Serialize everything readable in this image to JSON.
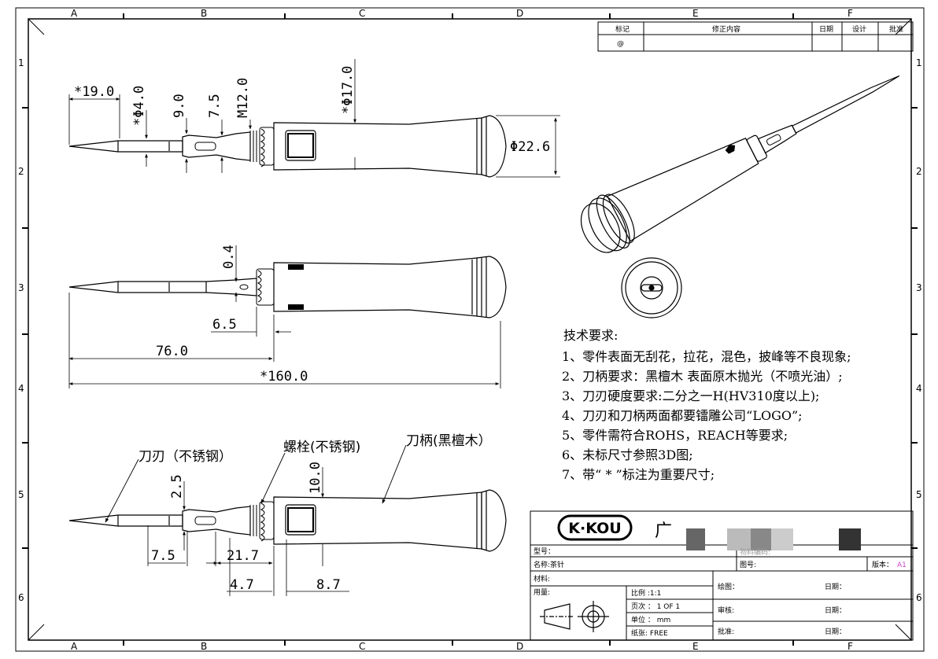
{
  "zones": {
    "columns": [
      "A",
      "B",
      "C",
      "D",
      "E",
      "F"
    ],
    "rows": [
      "1",
      "2",
      "3",
      "4",
      "5",
      "6"
    ]
  },
  "revision_table": {
    "headers": [
      "标记",
      "修正内容",
      "日期",
      "设计",
      "批准"
    ],
    "row1_mark": "@"
  },
  "dims": {
    "d1": "*19.0",
    "d2": "*Φ4.0",
    "d3": "9.0",
    "d4": "7.5",
    "d5": "M12.0",
    "d6": "*Φ17.0",
    "d7": "Φ22.6",
    "d8": "0.4",
    "d9": "6.5",
    "d10": "76.0",
    "d11": "*160.0",
    "d12": "2.5",
    "d13": "10.0",
    "d14": "7.5",
    "d15": "21.7",
    "d16": "4.7",
    "d17": "8.7"
  },
  "labels": {
    "blade": "刀刃（不锈钢）",
    "bolt": "螺栓(不锈钢)",
    "handle": "刀柄(黑檀木）"
  },
  "notes": {
    "title": "技术要求:",
    "items": [
      "1、零件表面无刮花，拉花，混色，披峰等不良现象;",
      "2、刀柄要求：黑檀木 表面原木抛光（不喷光油）;",
      "3、刀刃硬度要求:二分之一H(HV310度以上);",
      "4、刀刃和刀柄两面都要镭雕公司“LOGO”;",
      "5、零件需符合ROHS，REACH等要求;",
      "6、未标尺寸参照3D图;",
      "7、带“ * ”标注为重要尺寸;"
    ]
  },
  "title_block": {
    "logo": "K·KOU",
    "company_char": "广",
    "model_label": "型号：",
    "name_label": "名称:茶针",
    "material_label": "材料:",
    "usage_label": "用量:",
    "drawing_no_label": "图号:",
    "version_label": "版本：",
    "version_value": "A1",
    "scale": "比例 :1:1",
    "page": "页次 ：  1 OF 1",
    "unit": "单位 ：  mm",
    "paper": "纸张:   FREE",
    "draw_label": "绘图：",
    "check_label": "审核:",
    "approve_label": "批准:",
    "date1": "日期：",
    "date2": "日期：",
    "date3": "日期：",
    "faded_label": "物料编码:"
  },
  "colors": {
    "line": "#000000",
    "version_accent": "#cc44cc"
  }
}
